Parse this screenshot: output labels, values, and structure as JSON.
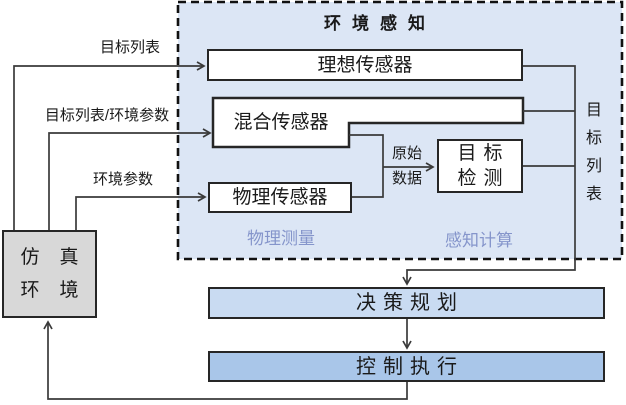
{
  "title": "环境感知",
  "nodes": {
    "ideal_sensor": "理想传感器",
    "hybrid_sensor": "混合传感器",
    "physical_sensor": "物理传感器",
    "target_detection": {
      "line1": "目标",
      "line2": "检测"
    },
    "simulation_env": {
      "line1": "仿真",
      "line2": "环境"
    },
    "decision_planning": "决策规划",
    "control_execution": "控制执行"
  },
  "edge_labels": {
    "target_list": "目标列表",
    "target_list_env_params": "目标列表/环境参数",
    "env_params": "环境参数",
    "raw_data_line1": "原始",
    "raw_data_line2": "数据",
    "target_list_vertical": "目标列表"
  },
  "section_labels": {
    "physical_measurement": "物理测量",
    "perception_computing": "感知计算"
  },
  "colors": {
    "perception_bg": "#dce6f5",
    "sim_env_fill": "#d8d8d8",
    "decision_fill": "#c9dbf2",
    "control_fill": "#a9c6e9",
    "node_fill": "#ffffff",
    "border_color": "#262626",
    "line_color": "#3a3a3a",
    "section_label_color": "#8595cb",
    "text_color": "#1a1a1a"
  }
}
